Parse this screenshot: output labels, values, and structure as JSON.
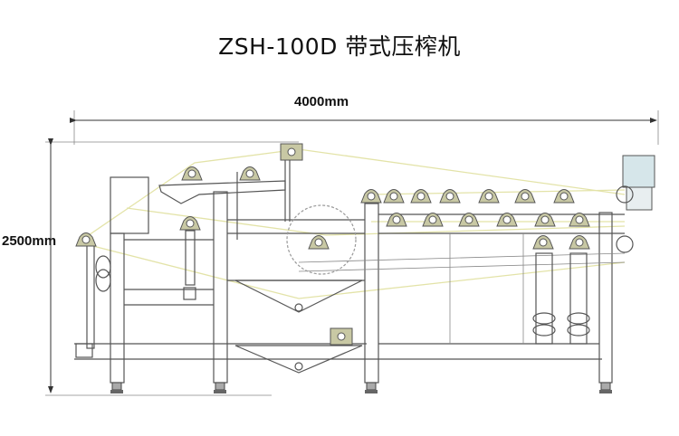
{
  "title": "ZSH-100D 带式压榨机",
  "dimensions": {
    "width_label": "4000mm",
    "height_label": "2500mm"
  },
  "colors": {
    "line": "#555555",
    "belt": "#e3e3a8",
    "bearing": "#c8c8a4"
  }
}
